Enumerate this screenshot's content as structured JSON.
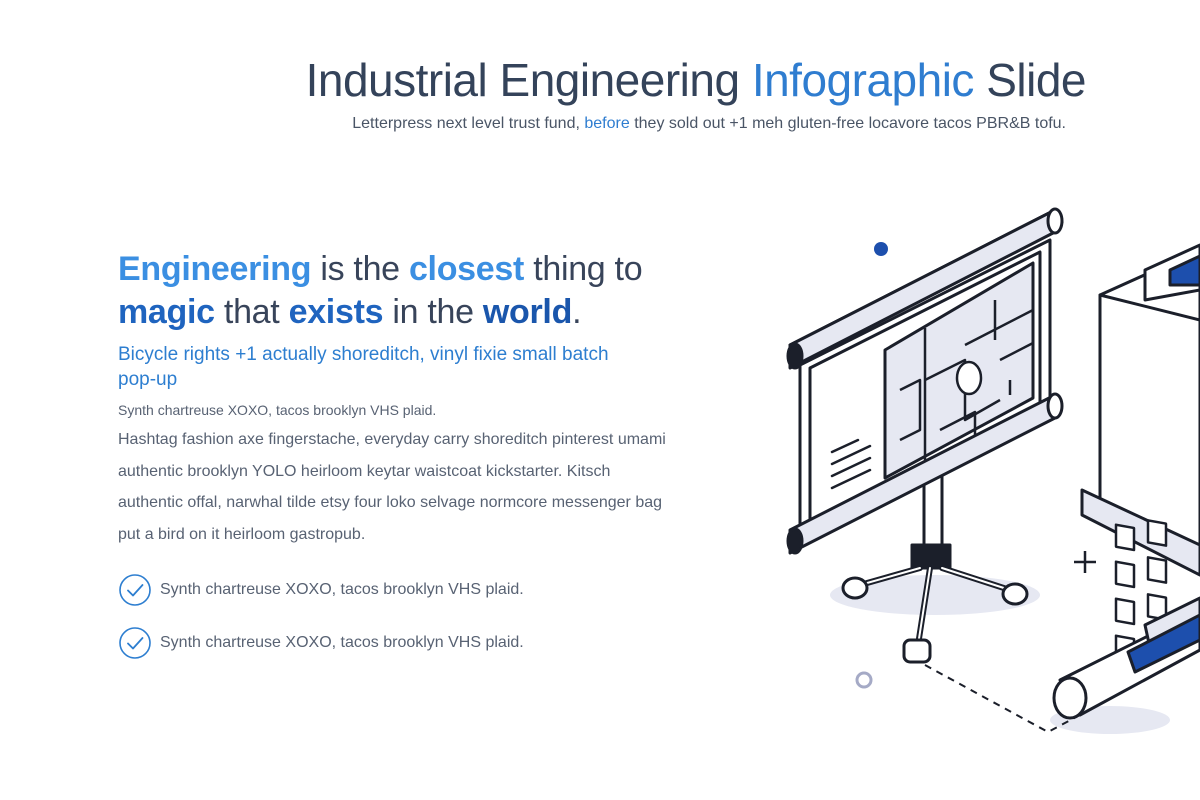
{
  "header": {
    "title_main": "Industrial Engineering",
    "title_accent": "Infographic",
    "title_end": "Slide",
    "subtitle_pre": "Letterpress next level trust fund,",
    "subtitle_accent": "before",
    "subtitle_post": "they sold out +1 meh gluten-free locavore tacos PBR&B tofu."
  },
  "headline": {
    "w1": "Engineering",
    "t1": "is the",
    "w2": "closest",
    "t2": "thing to",
    "w3": "magic",
    "t3": "that",
    "w4": "exists",
    "t4": "in the",
    "w5": "world",
    "t5": "."
  },
  "content": {
    "lead": "Bicycle rights +1 actually shoreditch, vinyl fixie small batch pop-up",
    "caption": "Synth chartreuse XOXO, tacos brooklyn VHS plaid.",
    "paragraph": "Hashtag fashion axe fingerstache, everyday carry shoreditch pinterest umami authentic brooklyn YOLO heirloom keytar waistcoat kickstarter. Kitsch authentic offal, narwhal tilde etsy four loko selvage normcore messenger bag put a bird on it heirloom gastropub."
  },
  "checklist": [
    {
      "text": "Synth chartreuse XOXO, tacos brooklyn VHS plaid.",
      "icon": "check-circle-icon"
    },
    {
      "text": "Synth chartreuse XOXO, tacos brooklyn VHS plaid.",
      "icon": "check-circle-icon"
    }
  ],
  "colors": {
    "title": "#34435a",
    "accent_light": "#3b8fe2",
    "accent_dark": "#1f64bf",
    "text": "#586273",
    "check": "#2d7ed0",
    "illustration_blue": "#1d4fad",
    "illustration_fill": "#e6e8f2"
  }
}
